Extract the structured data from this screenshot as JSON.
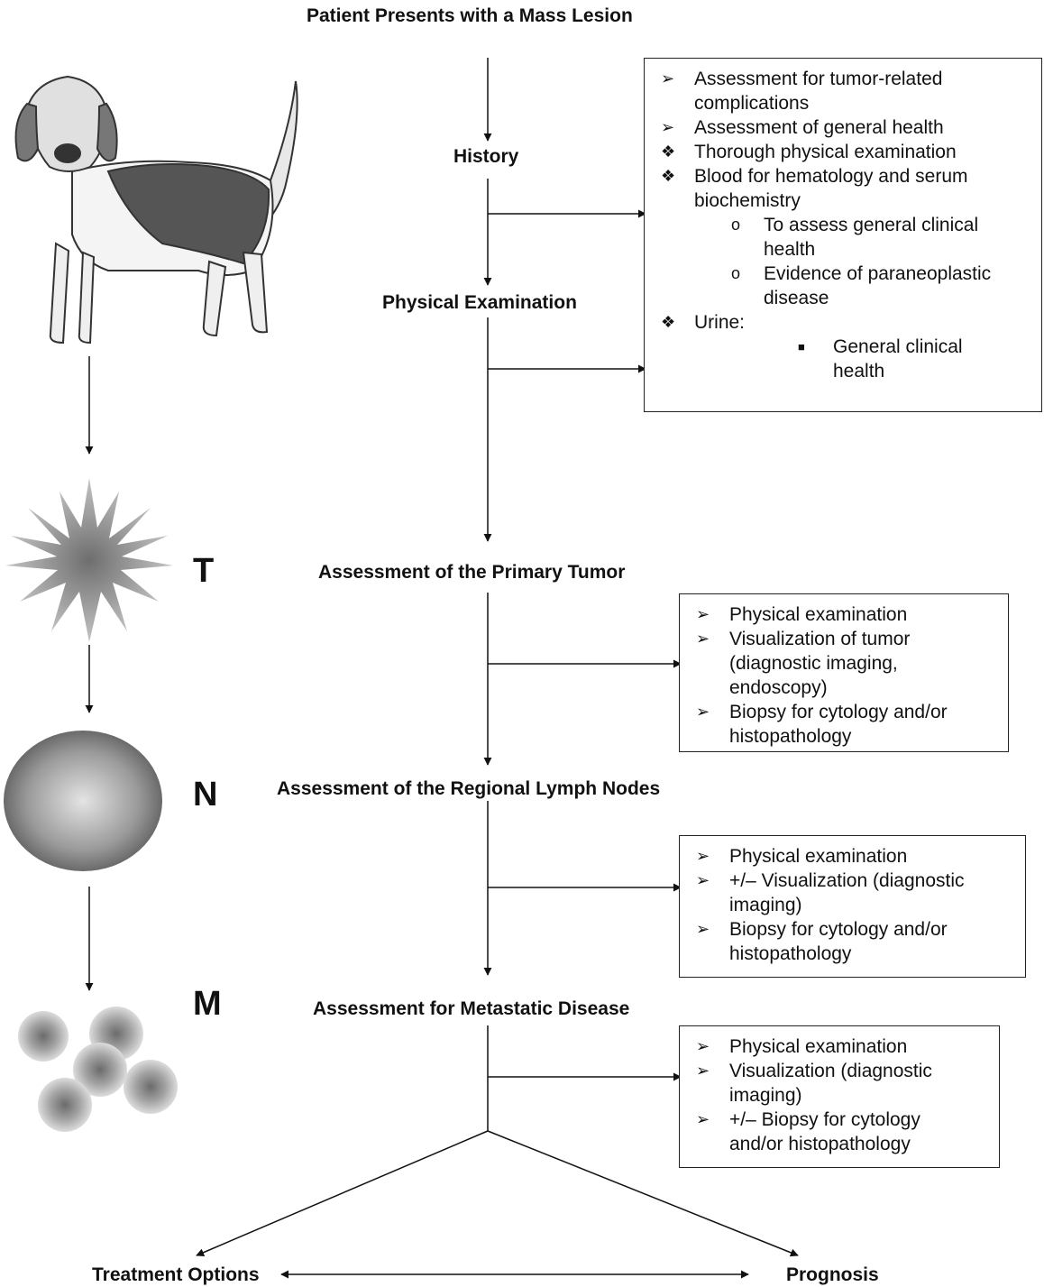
{
  "title": "Patient Presents with a Mass Lesion",
  "steps": {
    "history": "History",
    "physical": "Physical Examination",
    "primary": "Assessment of the Primary Tumor",
    "nodes": "Assessment of the Regional Lymph Nodes",
    "metastatic": "Assessment for Metastatic Disease",
    "treatment": "Treatment Options",
    "prognosis": "Prognosis"
  },
  "letters": {
    "t": "T",
    "n": "N",
    "m": "M"
  },
  "icons": [
    "dog-illustration",
    "tumor-star-icon",
    "lymph-node-sphere-icon",
    "metastasis-cells-icon"
  ],
  "box1": {
    "l1": "Assessment for tumor-related",
    "l2": "complications",
    "l3": "Assessment of general health",
    "l4": "Thorough physical examination",
    "l5": "Blood for hematology and serum",
    "l6": "biochemistry",
    "l7": "To assess general clinical",
    "l8": "health",
    "l9": "Evidence of paraneoplastic",
    "l10": "disease",
    "l11": "Urine:",
    "l12": "General clinical",
    "l13": "health"
  },
  "box2": {
    "l1": "Physical examination",
    "l2": "Visualization of tumor",
    "l3": "(diagnostic imaging,",
    "l4": "endoscopy)",
    "l5": " Biopsy for cytology and/or",
    "l6": "histopathology"
  },
  "box3": {
    "l1": "Physical examination",
    "l2": "+/– Visualization (diagnostic",
    "l3": "imaging)",
    "l4": "Biopsy for cytology and/or",
    "l5": "histopathology"
  },
  "box4": {
    "l1": "Physical examination",
    "l2": "Visualization (diagnostic",
    "l3": "imaging)",
    "l4": "+/– Biopsy for cytology",
    "l5": "and/or histopathology"
  }
}
